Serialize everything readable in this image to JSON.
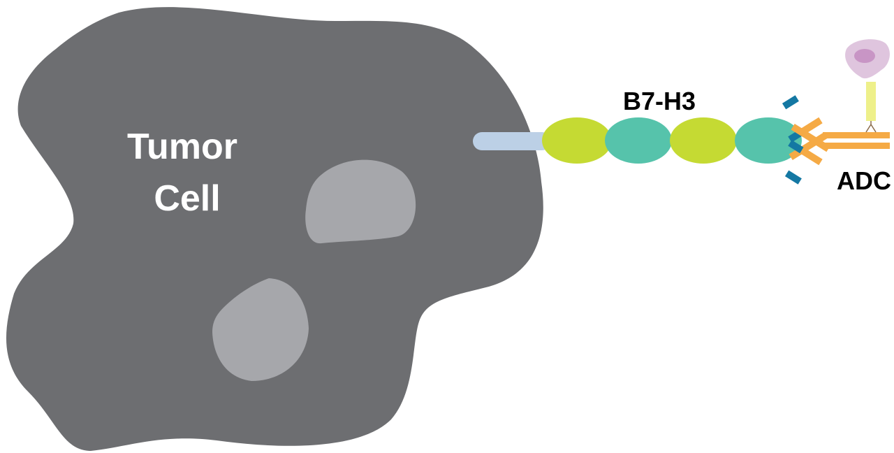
{
  "labels": {
    "tumor_cell_line1": "Tumor",
    "tumor_cell_line2": "Cell",
    "receptor": "B7-H3",
    "adc": "ADC"
  },
  "colors": {
    "cell_body": "#6d6e71",
    "nucleus": "#a6a7ab",
    "transmembrane": "#bcd0e6",
    "domain_lime": "#c5da33",
    "domain_teal": "#56c3ab",
    "antibody_orange": "#f5aa45",
    "antibody_blue": "#1478a3",
    "linker": "#eef08a",
    "payload_outer": "#dfc5de",
    "payload_inner": "#c895c5"
  },
  "icons": {
    "cell": "tumor-cell-icon",
    "receptor": "b7-h3-receptor-icon",
    "antibody": "antibody-drug-conjugate-icon",
    "payload": "drug-payload-icon"
  }
}
